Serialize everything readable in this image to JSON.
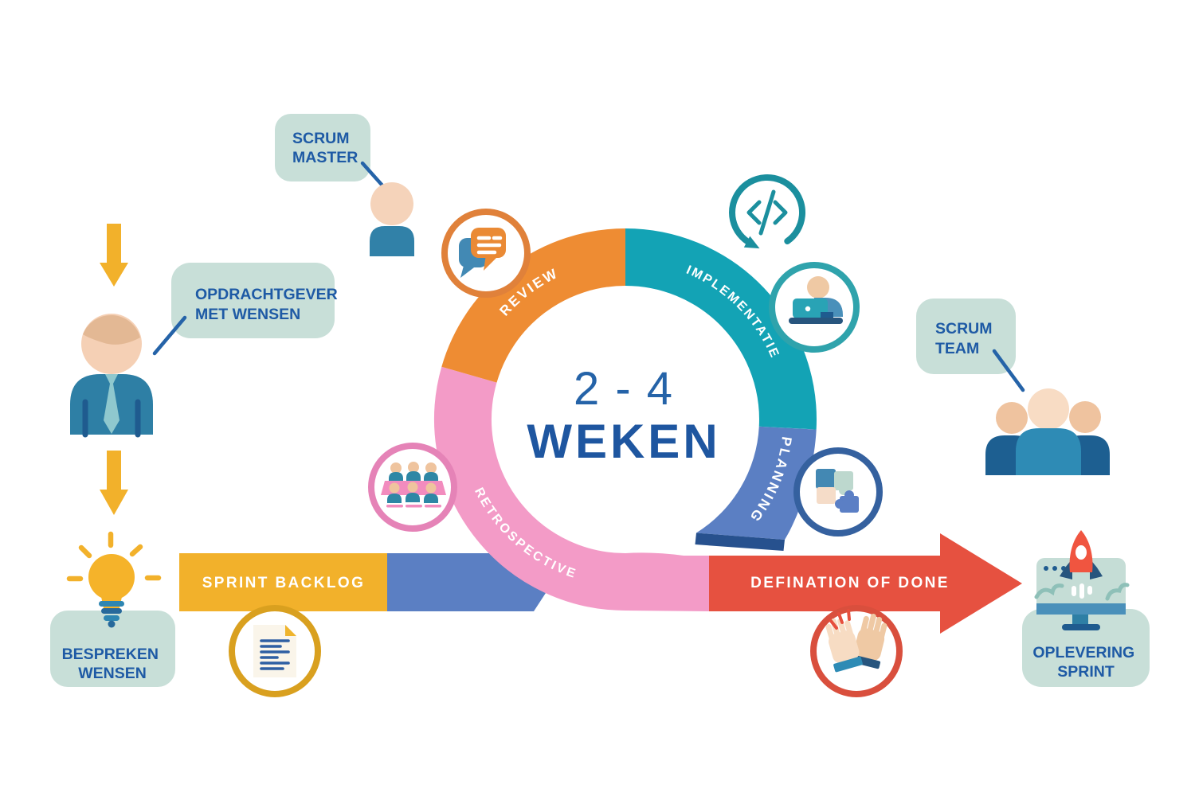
{
  "colors": {
    "ring_orange": "#EE8C33",
    "ring_teal": "#13A3B5",
    "ring_blue": "#5B7FC3",
    "ring_blue_edge": "#27518E",
    "ring_pink": "#F39BC7",
    "arrow_red": "#E65140",
    "bar_yellow": "#F2B12B",
    "callout_bg": "#C8DFD8",
    "label_blue": "#1E5AA5",
    "navy": "#1F5B8F",
    "steel_blue": "#4A90BA",
    "teal_icon": "#2FA3AC",
    "gold_border": "#D9A01F",
    "clap_red": "#D94F3D",
    "white": "#FFFFFF"
  },
  "center": {
    "range": "2 - 4",
    "unit": "WEKEN"
  },
  "ring": {
    "segments": [
      {
        "label": "REVIEW",
        "color": "#EE8C33"
      },
      {
        "label": "IMPLEMENTATIE",
        "color": "#13A3B5"
      },
      {
        "label": "PLANNING",
        "color": "#5B7FC3"
      },
      {
        "label": "RETROSPECTIVE",
        "color": "#F39BC7"
      }
    ]
  },
  "callouts": {
    "scrum_master": {
      "line1": "SCRUM",
      "line2": "MASTER"
    },
    "opdrachtgever": {
      "line1": "OPDRACHTGEVER",
      "line2": "MET WENSEN"
    },
    "scrum_team": {
      "line1": "SCRUM",
      "line2": "TEAM"
    },
    "bespreken_wensen": {
      "line1": "BESPREKEN",
      "line2": "WENSEN"
    },
    "oplevering_sprint": {
      "line1": "OPLEVERING",
      "line2": "SPRINT"
    }
  },
  "flow": {
    "sprint_backlog": "SPRINT BACKLOG",
    "defination_of_done": "DEFINATION OF DONE"
  },
  "icons": {
    "review": "speech-bubbles-icon",
    "implementatie": "developer-at-laptop-icon",
    "implementatie_badge": "code-loop-icon",
    "planning": "puzzle-pieces-icon",
    "retrospective": "team-meeting-icon",
    "sprint_backlog": "document-icon",
    "defination_of_done": "clapping-hands-icon",
    "oplevering_sprint": "rocket-launch-monitor-icon",
    "bespreken_wensen": "lightbulb-icon",
    "client": "client-person-icon",
    "scrum_master": "scrum-master-person-icon",
    "scrum_team": "scrum-team-people-icon"
  }
}
